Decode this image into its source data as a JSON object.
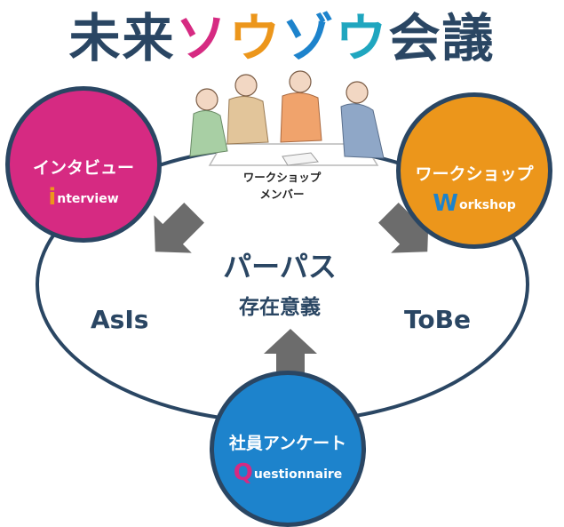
{
  "title": {
    "part1": "未来",
    "part2": "ソ",
    "part3": "ウ",
    "part4": "ゾ",
    "part5": "ウ",
    "part6": "会議",
    "colors": {
      "dark": "#2a4663",
      "magenta": "#d62a82",
      "orange": "#ec961b",
      "blue": "#1d83cc",
      "teal": "#1fa6bf"
    }
  },
  "nodes": {
    "interview": {
      "jp": "インタビュー",
      "initial": "i",
      "rest": "nterview",
      "color": "#d62a82",
      "initial_color": "#ec961b"
    },
    "workshop": {
      "jp": "ワークショップ",
      "initial": "W",
      "rest": "orkshop",
      "color": "#ec961b",
      "initial_color": "#1d83cc"
    },
    "questionnaire": {
      "jp": "社員アンケート",
      "initial": "Q",
      "rest": "uestionnaire",
      "color": "#1d83cc",
      "initial_color": "#d62a82"
    }
  },
  "members": {
    "line1": "ワークショップ",
    "line2": "メンバー",
    "image": "meeting-people-illustration"
  },
  "center": {
    "main": "パーパス",
    "sub": "存在意義"
  },
  "sides": {
    "left": "AsIs",
    "right": "ToBe"
  },
  "icons": {
    "arrow": "thick-arrow-icon"
  }
}
